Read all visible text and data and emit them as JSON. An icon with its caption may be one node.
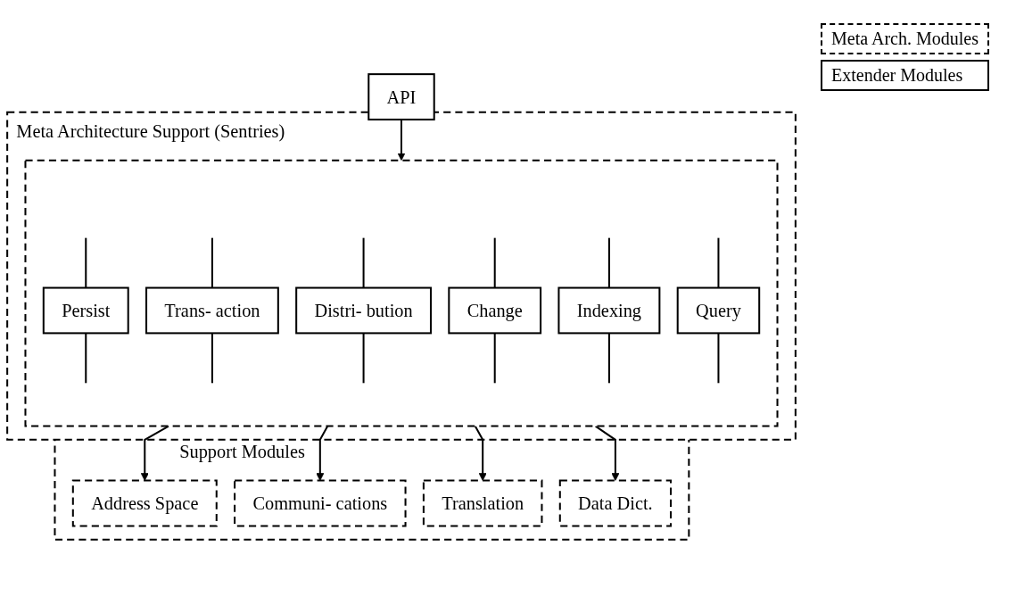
{
  "diagram": {
    "nodes": [
      {
        "text": [
          "API"
        ]
      },
      {
        "text": [
          "Meta Architecture Support (Sentries)"
        ]
      },
      {
        "text": [],
        "shape": "box",
        "in": 1
      },
      {
        "text": [
          "Persist"
        ],
        "in": 2
      },
      {
        "text": [
          "Trans- action"
        ],
        "in": 2
      },
      {
        "text": [
          "Distri- bution"
        ],
        "in": 2
      },
      {
        "text": [
          "Change"
        ],
        "in": 2
      },
      {
        "text": [
          "Indexing"
        ],
        "in": 2
      },
      {
        "text": [
          "Query"
        ],
        "in": 2
      },
      {
        "text": [
          "Support Modules"
        ]
      },
      {
        "text": [
          "Address Space"
        ],
        "in": 9
      },
      {
        "text": [
          "Communi- cations"
        ],
        "in": 9
      },
      {
        "text": [
          "Translation"
        ],
        "in": 9
      },
      {
        "text": [
          "Data Dict."
        ],
        "in": 9
      }
    ],
    "edges": [
      {
        "from": 0,
        "to": 2,
        "arrow": "to"
      },
      {
        "from": null,
        "to": 3,
        "arrow": "none"
      },
      {
        "from": null,
        "to": 4,
        "arrow": "none"
      },
      {
        "from": null,
        "to": 5,
        "arrow": "none"
      },
      {
        "from": null,
        "to": 6,
        "arrow": "none"
      },
      {
        "from": null,
        "to": 7,
        "arrow": "none"
      },
      {
        "from": null,
        "to": 8,
        "arrow": "none"
      },
      {
        "from": 3,
        "to": null,
        "arrow": "none"
      },
      {
        "from": 4,
        "to": null,
        "arrow": "none"
      },
      {
        "from": 5,
        "to": null,
        "arrow": "none"
      },
      {
        "from": 6,
        "to": null,
        "arrow": "none"
      },
      {
        "from": 7,
        "to": null,
        "arrow": "none"
      },
      {
        "from": 8,
        "to": null,
        "arrow": "none"
      },
      {
        "from": 2,
        "to": 10,
        "arrow": "to"
      },
      {
        "from": 2,
        "to": 11,
        "arrow": "to"
      },
      {
        "from": 2,
        "to": 12,
        "arrow": "to"
      },
      {
        "from": 2,
        "to": 13,
        "arrow": "to"
      }
    ],
    "legend": [
      {
        "text": "Meta Arch. Modules"
      },
      {
        "text": "Extender Modules"
      }
    ]
  }
}
